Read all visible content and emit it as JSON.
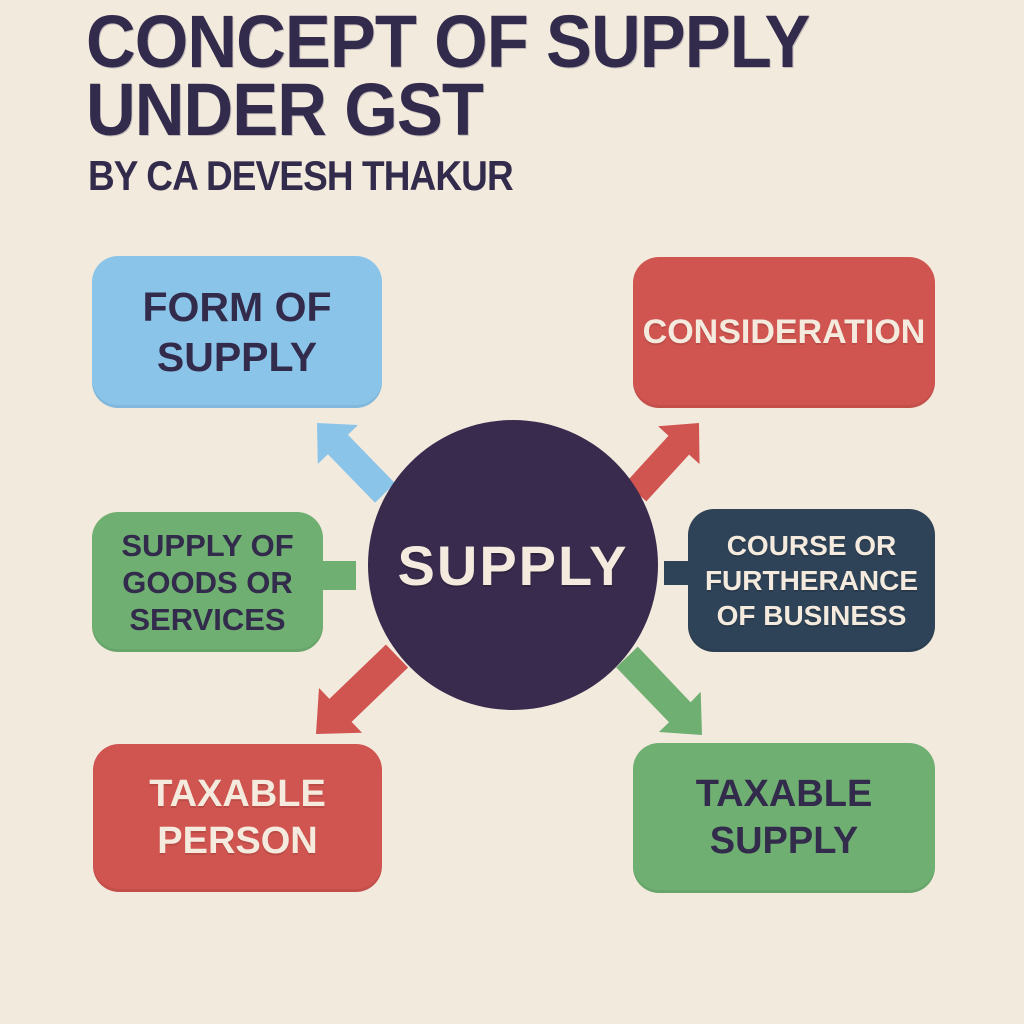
{
  "header": {
    "title": "CONCEPT OF SUPPLY\nUNDER GST",
    "subtitle": "BY CA DEVESH THAKUR"
  },
  "center": {
    "label": "SUPPLY"
  },
  "nodes": [
    {
      "id": "form-of-supply",
      "label": "FORM OF\nSUPPLY",
      "fill": "#8ac4e9",
      "text_color": "#322b4b"
    },
    {
      "id": "consideration",
      "label": "CONSIDERATION",
      "fill": "#d05450",
      "text_color": "#f4ebde"
    },
    {
      "id": "supply-of-goods-or-services",
      "label": "SUPPLY OF\nGOODS OR\nSERVICES",
      "fill": "#6fb072",
      "text_color": "#322b4b"
    },
    {
      "id": "course-or-furtherance-of-business",
      "label": "COURSE OR\nFURTHERANCE\nOF BUSINESS",
      "fill": "#2f4358",
      "text_color": "#f4ebde"
    },
    {
      "id": "taxable-person",
      "label": "TAXABLE\nPERSON",
      "fill": "#d05450",
      "text_color": "#f4ebde"
    },
    {
      "id": "taxable-supply",
      "label": "TAXABLE\nSUPPLY",
      "fill": "#6fb072",
      "text_color": "#322b4b"
    }
  ],
  "arrows": [
    {
      "name": "arrow-to-form-of-supply",
      "color": "#8ac4e9",
      "direction": "up-left"
    },
    {
      "name": "arrow-to-consideration",
      "color": "#d05450",
      "direction": "up-right"
    },
    {
      "name": "arrow-to-taxable-person",
      "color": "#d05450",
      "direction": "down-left"
    },
    {
      "name": "arrow-to-taxable-supply",
      "color": "#6fb072",
      "direction": "down-right"
    }
  ],
  "colors": {
    "background": "#f3eade",
    "ink": "#322b4b",
    "cream_text": "#f4ebde",
    "blue": "#8ac4e9",
    "red": "#d05450",
    "green": "#6fb072",
    "navy": "#2f4358",
    "plum": "#392b4d"
  }
}
